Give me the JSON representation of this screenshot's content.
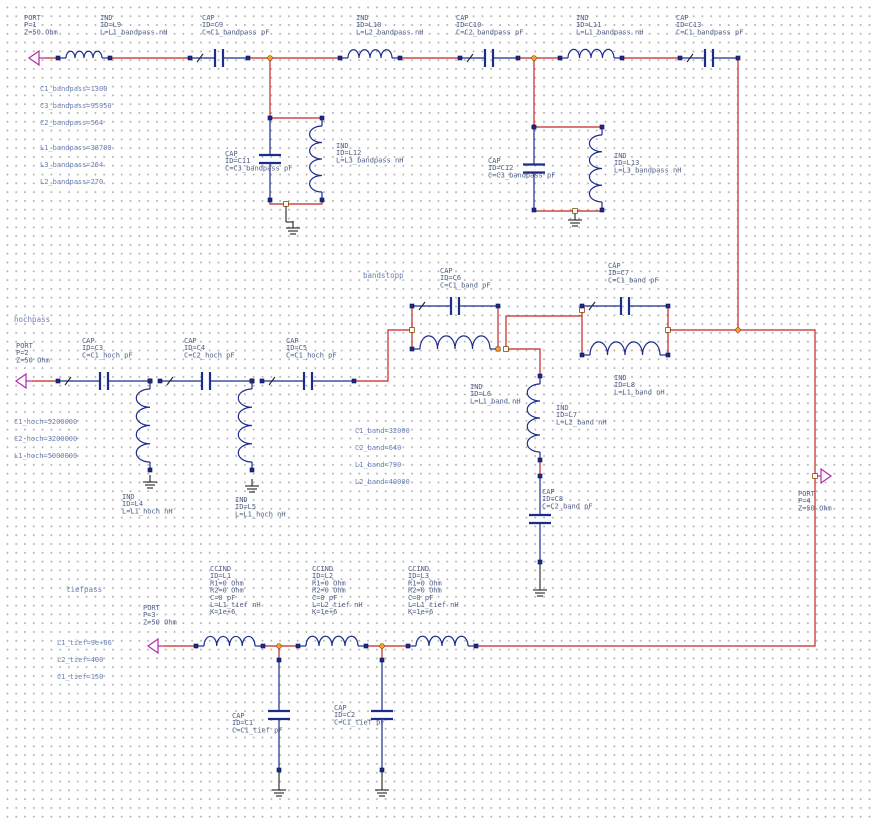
{
  "schematic": {
    "sections": {
      "bandstopp": "bandstopp",
      "hochpass": "hochpass",
      "tiefpass": "tiefpass"
    },
    "equations": {
      "bandpass": [
        "C1_bandpass=1300",
        "C3_bandpass=95950",
        "C2_bandpass=564",
        "L1_bandpass=38700",
        "L3_bandpass=264",
        "L2_bandpass=270"
      ],
      "hoch": [
        "C1_hoch=5200000",
        "C2_hoch=3200000",
        "L1_hoch=5000000"
      ],
      "band": [
        "C1_band=32000",
        "C2_band=640",
        "L1_band=790",
        "L2_band=40000"
      ],
      "tief": [
        "L1_tief=9e+06",
        "L2_tief=400",
        "C1_tief=150"
      ]
    },
    "ports": {
      "p1": [
        "PORT",
        "P=1",
        "Z=50 Ohm"
      ],
      "p2": [
        "PORT",
        "P=2",
        "Z=50 Ohm"
      ],
      "p3": [
        "PORT",
        "P=3",
        "Z=50 Ohm"
      ],
      "p4": [
        "PORT",
        "P=4",
        "Z=50 Ohm"
      ]
    },
    "components": {
      "L9": [
        "IND",
        "ID=L9",
        "L=L1_bandpass nH"
      ],
      "C9": [
        "CAP",
        "ID=C9",
        "C=C1_bandpass pF"
      ],
      "L10": [
        "IND",
        "ID=L10",
        "L=L2_bandpass nH"
      ],
      "C10": [
        "CAP",
        "ID=C10",
        "C=C2_bandpass pF"
      ],
      "L11": [
        "IND",
        "ID=L11",
        "L=L1_bandpass nH"
      ],
      "C13": [
        "CAP",
        "ID=C13",
        "C=C1_bandpass pF"
      ],
      "C11": [
        "CAP",
        "ID=C11",
        "C=C3_bandpass pF"
      ],
      "L12": [
        "IND",
        "ID=L12",
        "L=L3_bandpass nH"
      ],
      "C12": [
        "CAP",
        "ID=C12",
        "C=C3_bandpass pF"
      ],
      "L13": [
        "IND",
        "ID=L13",
        "L=L3_bandpass nH"
      ],
      "C3": [
        "CAP",
        "ID=C3",
        "C=C1_hoch pF"
      ],
      "C4": [
        "CAP",
        "ID=C4",
        "C=C2_hoch pF"
      ],
      "C5": [
        "CAP",
        "ID=C5",
        "C=C1_hoch pF"
      ],
      "L4": [
        "IND",
        "ID=L4",
        "L=L1_hoch nH"
      ],
      "L5": [
        "IND",
        "ID=L5",
        "L=L1_hoch nH"
      ],
      "C6": [
        "CAP",
        "ID=C6",
        "C=C1_band pF"
      ],
      "C7": [
        "CAP",
        "ID=C7",
        "C=C1_band pF"
      ],
      "L6": [
        "IND",
        "ID=L6",
        "L=L1_band nH"
      ],
      "L8": [
        "IND",
        "ID=L8",
        "L=L1_band nH"
      ],
      "L7": [
        "IND",
        "ID=L7",
        "L=L2_band nH"
      ],
      "C8": [
        "CAP",
        "ID=C8",
        "C=C2_band pF"
      ],
      "L1": [
        "CCIND",
        "ID=L1",
        "R1=0 Ohm",
        "R2=0 Ohm",
        "C=0 pF",
        "L=L1_tief nH",
        "K=1e+6"
      ],
      "L2": [
        "CCIND",
        "ID=L2",
        "R1=0 Ohm",
        "R2=0 Ohm",
        "C=0 pF",
        "L=L2_tief nH",
        "K=1e+6"
      ],
      "L3": [
        "CCIND",
        "ID=L3",
        "R1=0 Ohm",
        "R2=0 Ohm",
        "C=0 pF",
        "L=L1_tief nH",
        "K=1e+6"
      ],
      "C1": [
        "CAP",
        "ID=C1",
        "C=C1_tief pF"
      ],
      "C2": [
        "CAP",
        "ID=C2",
        "C=C1_tief pF"
      ]
    }
  }
}
